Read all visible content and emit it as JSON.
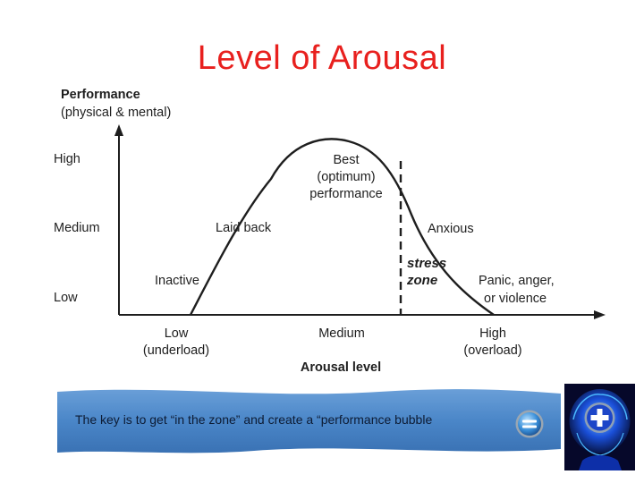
{
  "slide": {
    "title": "Level of Arousal"
  },
  "diagram": {
    "y_axis_title": [
      "Performance",
      "(physical & mental)"
    ],
    "y_levels": [
      "High",
      "Medium",
      "Low"
    ],
    "x_axis_title": "Arousal level",
    "x_levels": [
      [
        "Low",
        "(underload)"
      ],
      [
        "Medium"
      ],
      [
        "High",
        "(overload)"
      ]
    ],
    "curve_labels": {
      "inactive": "Inactive",
      "laid_back": "Laid back",
      "best": [
        "Best",
        "(optimum)",
        "performance"
      ],
      "anxious": "Anxious",
      "stress_zone": [
        "stress",
        "zone"
      ],
      "panic": [
        "Panic, anger,",
        "or violence"
      ]
    }
  },
  "banner": {
    "text": "The key is to get “in the zone” and create a “performance bubble"
  },
  "icons": {
    "equals_button": "equals-icon",
    "brain_logo": "brain-plus-icon"
  },
  "colors": {
    "title": "#e8201e",
    "banner_blue": "#4a86c8",
    "logo_blue": "#1a4fd8"
  }
}
